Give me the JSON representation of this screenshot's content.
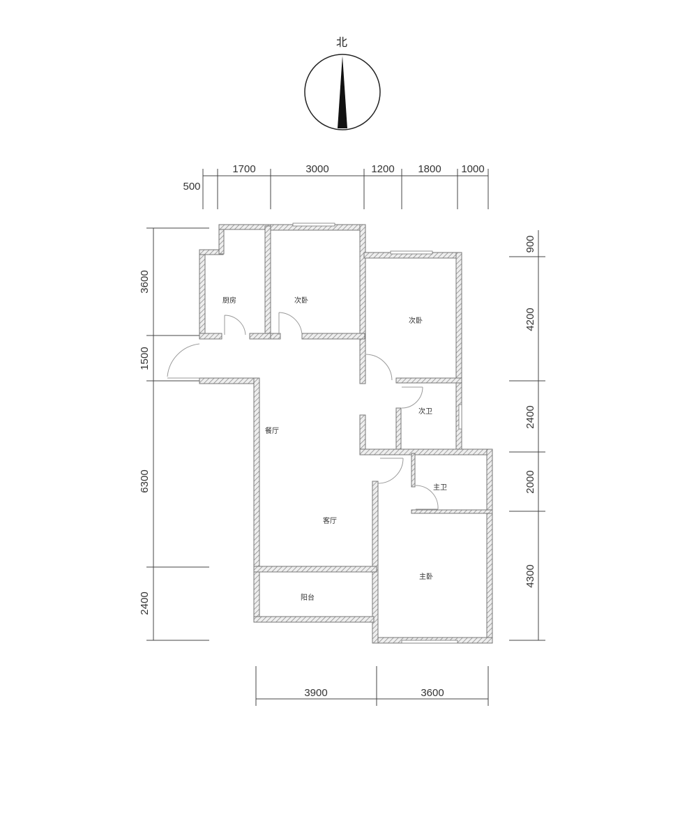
{
  "compass": {
    "label": "北"
  },
  "dimensions": {
    "top": [
      "500",
      "1700",
      "3000",
      "1200",
      "1800",
      "1000"
    ],
    "left": [
      "3600",
      "1500",
      "6300",
      "2400"
    ],
    "right": [
      "900",
      "4200",
      "2400",
      "2000",
      "4300"
    ],
    "bottom": [
      "3900",
      "3600"
    ]
  },
  "rooms": {
    "kitchen": "厨房",
    "bedroom_north": "次卧",
    "bedroom_east": "次卧",
    "second_bath": "次卫",
    "dining": "餐厅",
    "living": "客厅",
    "balcony": "阳台",
    "master_bath": "主卫",
    "master_bedroom": "主卧"
  }
}
